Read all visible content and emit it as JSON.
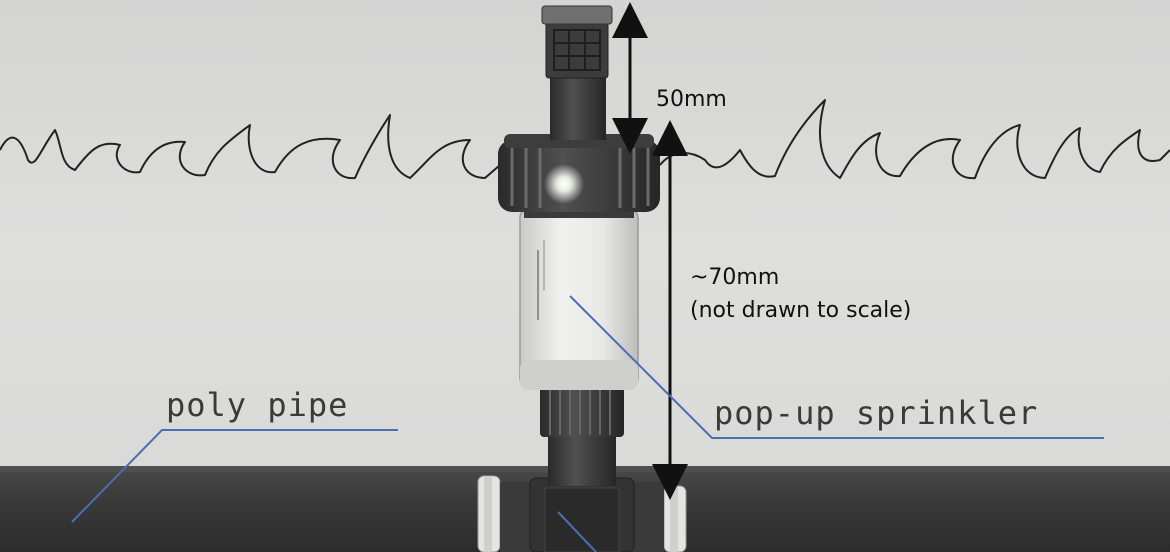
{
  "labels": {
    "height_above": "50mm",
    "height_below": "~70mm",
    "scale_note": "(not drawn to scale)",
    "pipe": "poly pipe",
    "sprinkler": "pop-up sprinkler"
  },
  "colors": {
    "background": "#d9d9d8",
    "pipe": "#3b3b3b",
    "sprinkler_body": "#eeeeec",
    "sprinkler_cap": "#2e2e2e",
    "leader_line": "#4a6fb0",
    "arrow": "#111111"
  }
}
